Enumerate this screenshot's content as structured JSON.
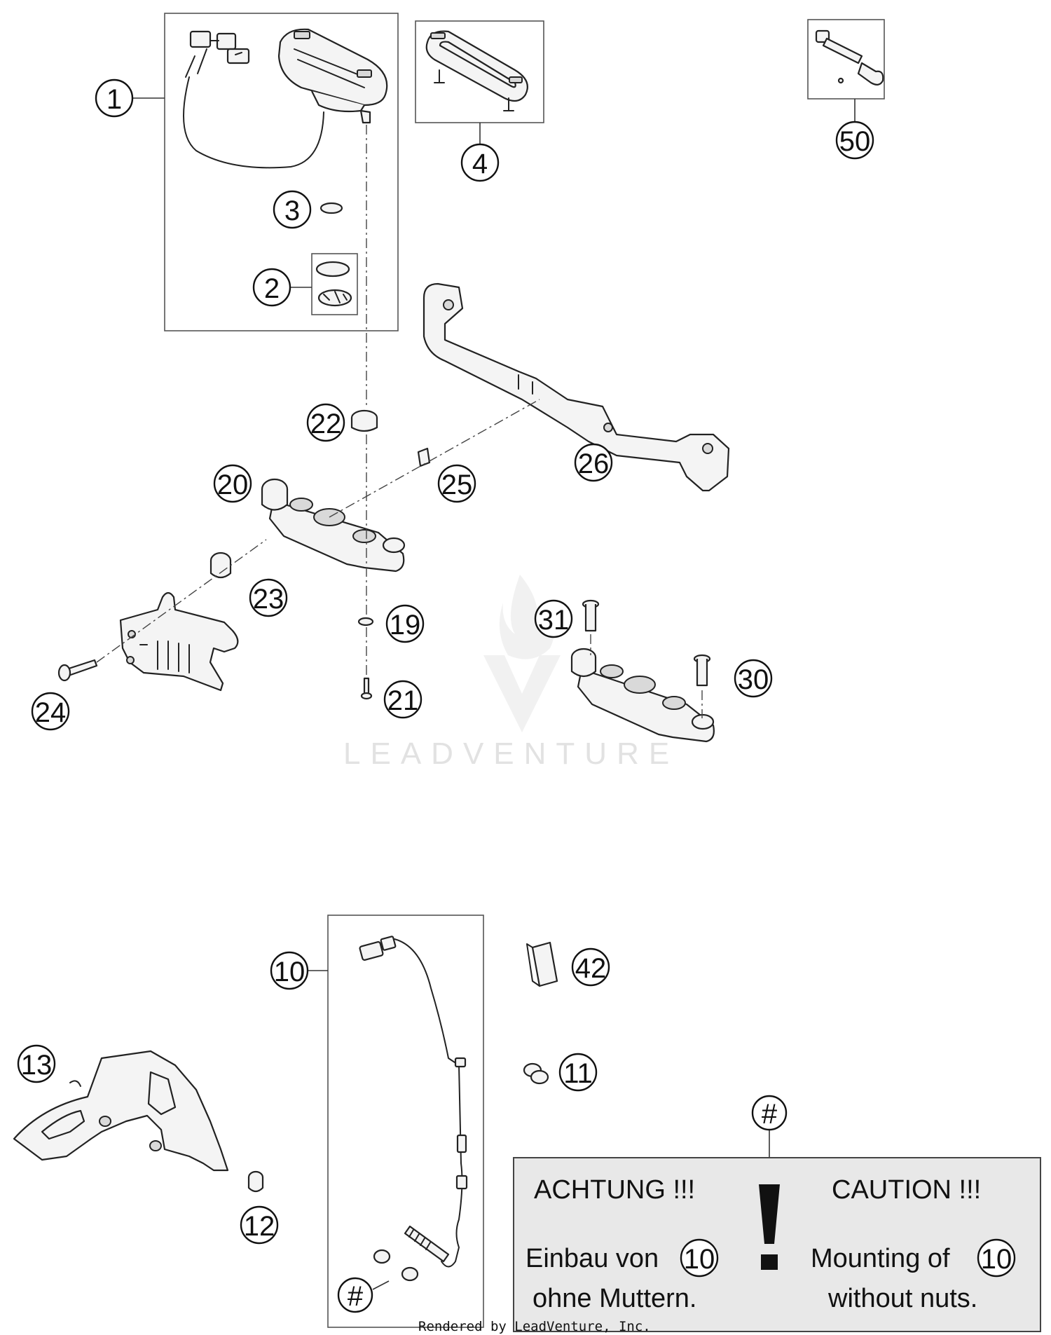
{
  "diagram": {
    "callouts": [
      {
        "id": "1",
        "label": "1"
      },
      {
        "id": "2",
        "label": "2"
      },
      {
        "id": "3",
        "label": "3"
      },
      {
        "id": "4",
        "label": "4"
      },
      {
        "id": "50",
        "label": "50"
      },
      {
        "id": "22",
        "label": "22"
      },
      {
        "id": "26",
        "label": "26"
      },
      {
        "id": "20",
        "label": "20"
      },
      {
        "id": "25",
        "label": "25"
      },
      {
        "id": "23",
        "label": "23"
      },
      {
        "id": "19",
        "label": "19"
      },
      {
        "id": "31",
        "label": "31"
      },
      {
        "id": "30",
        "label": "30"
      },
      {
        "id": "24",
        "label": "24"
      },
      {
        "id": "21",
        "label": "21"
      },
      {
        "id": "10",
        "label": "10"
      },
      {
        "id": "42",
        "label": "42"
      },
      {
        "id": "13",
        "label": "13"
      },
      {
        "id": "11",
        "label": "11"
      },
      {
        "id": "12",
        "label": "12"
      },
      {
        "id": "hash-top",
        "label": "#"
      },
      {
        "id": "hash-bottom",
        "label": "#"
      }
    ],
    "notice": {
      "left_heading": "ACHTUNG !!!",
      "left_line1": "Einbau von",
      "left_ref": "10",
      "left_line2": "ohne Muttern.",
      "right_heading": "CAUTION !!!",
      "right_line1": "Mounting of",
      "right_ref": "10",
      "right_line2": "without nuts.",
      "exclamation": "!"
    },
    "watermark": "LEADVENTURE",
    "credit": "Rendered by LeadVenture, Inc."
  }
}
